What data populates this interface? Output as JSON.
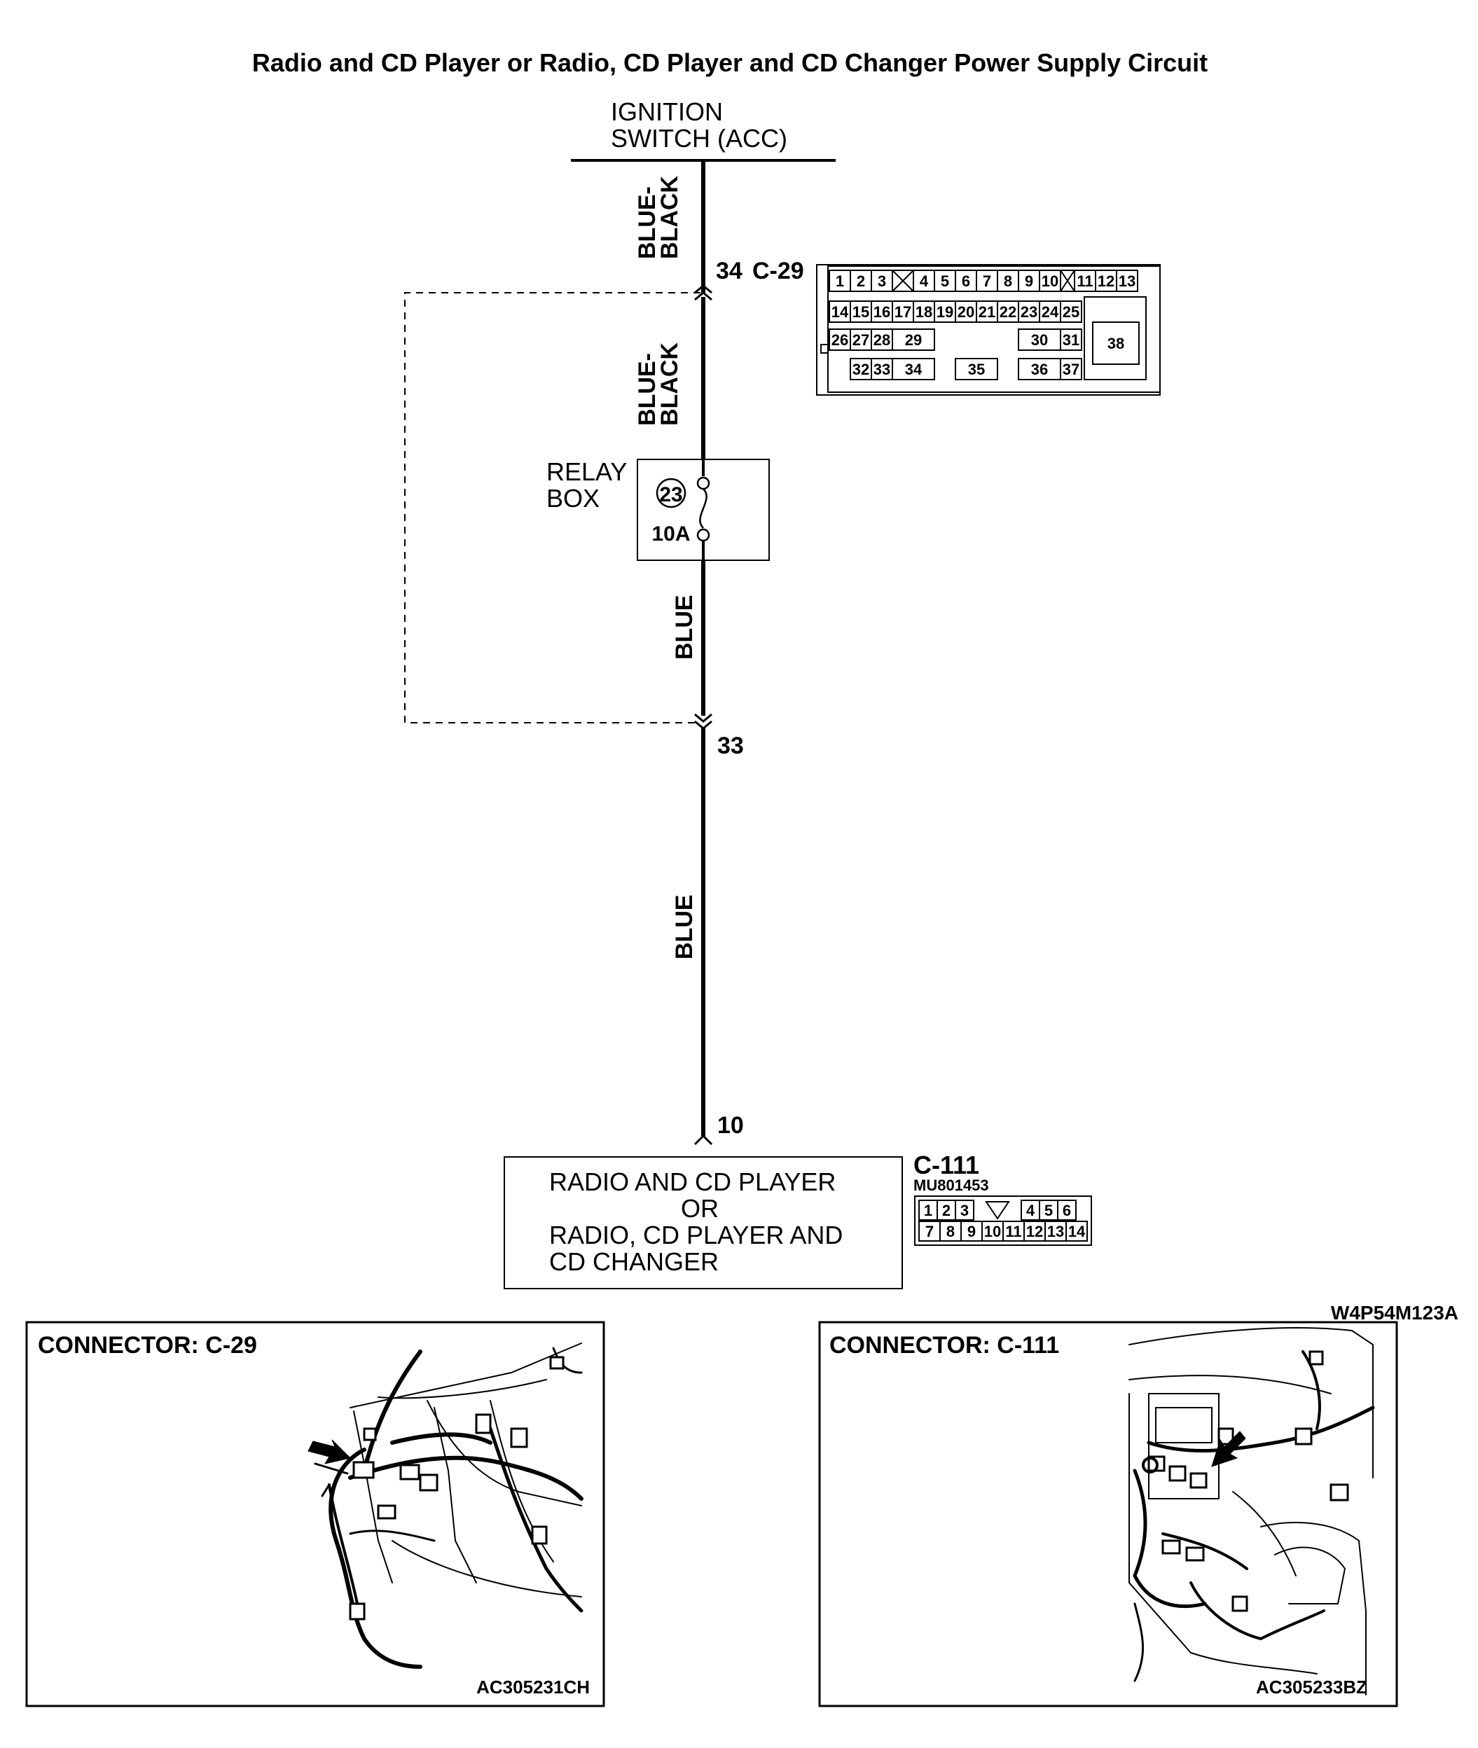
{
  "title": "Radio and CD Player or Radio, CD Player and CD Changer Power Supply Circuit",
  "source": {
    "line1": "IGNITION",
    "line2": "SWITCH (ACC)"
  },
  "wires": {
    "w1": "BLUE-\nBLACK",
    "w2": "BLUE-\nBLACK",
    "w3": "BLUE",
    "w4": "BLUE"
  },
  "pins": {
    "p34": "34",
    "p33": "33",
    "p10": "10"
  },
  "c29": {
    "label": "C-29",
    "cells": [
      "1",
      "2",
      "3",
      "4",
      "5",
      "6",
      "7",
      "8",
      "9",
      "10",
      "11",
      "12",
      "13",
      "14",
      "15",
      "16",
      "17",
      "18",
      "19",
      "20",
      "21",
      "22",
      "23",
      "24",
      "25",
      "26",
      "27",
      "28",
      "29",
      "30",
      "31",
      "38",
      "32",
      "33",
      "34",
      "35",
      "36",
      "37"
    ]
  },
  "relay": {
    "line1": "RELAY",
    "line2": "BOX",
    "fuse_no": "23",
    "rating": "10A"
  },
  "load": {
    "line1": "RADIO AND CD PLAYER",
    "line2": "OR",
    "line3": "RADIO, CD PLAYER AND",
    "line4": "CD CHANGER"
  },
  "c111": {
    "label": "C-111",
    "part": "MU801453",
    "cells": [
      "1",
      "2",
      "3",
      "4",
      "5",
      "6",
      "7",
      "8",
      "9",
      "10",
      "11",
      "12",
      "13",
      "14"
    ]
  },
  "figure_id": "W4P54M123A",
  "panel_left": {
    "title": "CONNECTOR: C-29",
    "code": "AC305231CH"
  },
  "panel_right": {
    "title": "CONNECTOR: C-111",
    "code": "AC305233BZ"
  }
}
